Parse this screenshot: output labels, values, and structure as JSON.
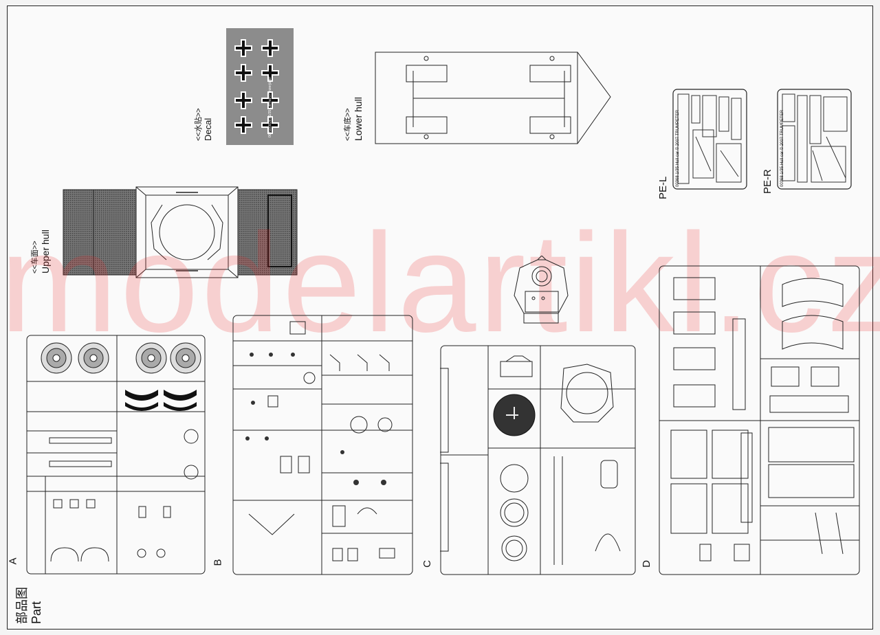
{
  "decal": {
    "label_cn": "<<水贴>>",
    "label_en": "Decal",
    "sheet_text": "00368/00369 1/35 German Panzerjäger"
  },
  "lower_hull": {
    "label_cn": "<<车底>>",
    "label_en": "Lower hull"
  },
  "upper_hull": {
    "label_cn": "<<车面>>",
    "label_en": "Upper hull"
  },
  "pe_sheets": [
    {
      "label": "PE-L",
      "text": "00368 1/35 Hull car © 2007 TRUMPETER"
    },
    {
      "label": "PE-R",
      "text": "00368 1/35 Hull car © 2007 TRUMPETER"
    }
  ],
  "sprues": [
    {
      "letter": "A"
    },
    {
      "letter": "B"
    },
    {
      "letter": "C"
    },
    {
      "letter": "D"
    }
  ],
  "part_label": {
    "cn": "部品图",
    "en": "Part"
  },
  "watermark": "modelartikl.cz",
  "colors": {
    "ink": "#222222",
    "decal_bg": "#8c8c8c",
    "watermark": "#eb2828",
    "paper": "#fafafa"
  }
}
